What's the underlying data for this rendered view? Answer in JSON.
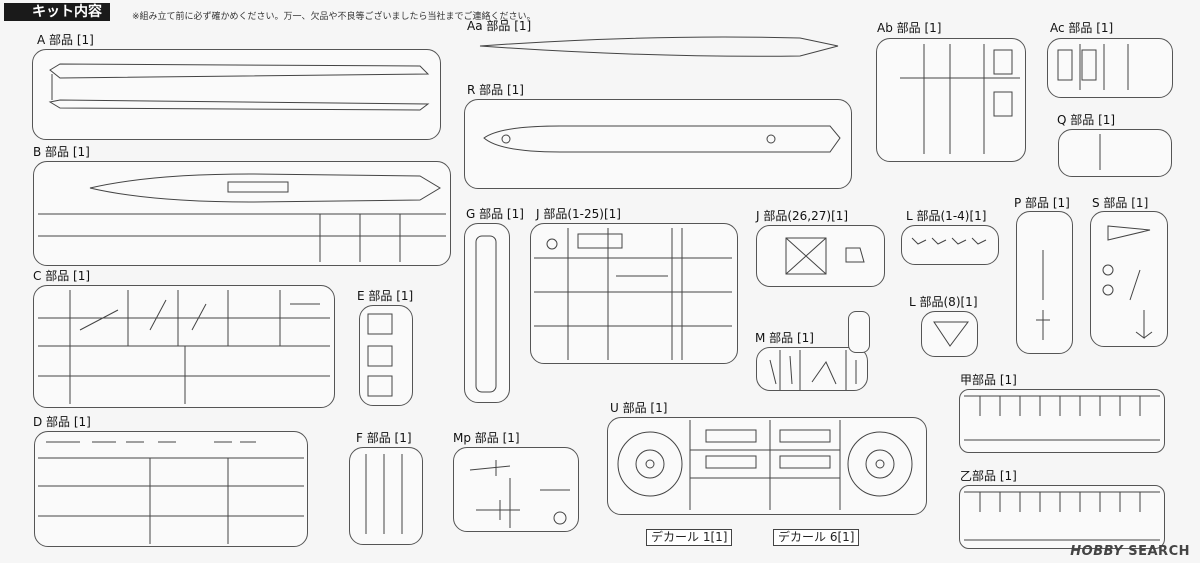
{
  "header": {
    "title": "キット内容",
    "note": "※組み立て前に必ず確かめください。万一、欠品や不良等ございましたら当社までご連絡ください。"
  },
  "labels": {
    "A": "A 部品 [1]",
    "Aa": "Aa 部品 [1]",
    "Ab": "Ab 部品 [1]",
    "Ac": "Ac 部品 [1]",
    "R": "R 部品 [1]",
    "Q": "Q 部品 [1]",
    "B": "B 部品 [1]",
    "G": "G 部品 [1]",
    "J1": "J 部品(1-25)[1]",
    "J2": "J 部品(26,27)[1]",
    "L1": "L 部品(1-4)[1]",
    "P": "P 部品 [1]",
    "S": "S 部品 [1]",
    "C": "C 部品 [1]",
    "E": "E 部品 [1]",
    "L2": "L 部品(8)[1]",
    "M": "M 部品 [1]",
    "kou": "甲部品 [1]",
    "D": "D 部品 [1]",
    "U": "U 部品 [1]",
    "F": "F 部品 [1]",
    "Mp": "Mp 部品 [1]",
    "otsu": "乙部品 [1]"
  },
  "decals": {
    "d1": "デカール 1[1]",
    "d6": "デカール 6[1]"
  },
  "logo": {
    "brand": "HOBBY",
    "suffix": "SEARCH"
  }
}
